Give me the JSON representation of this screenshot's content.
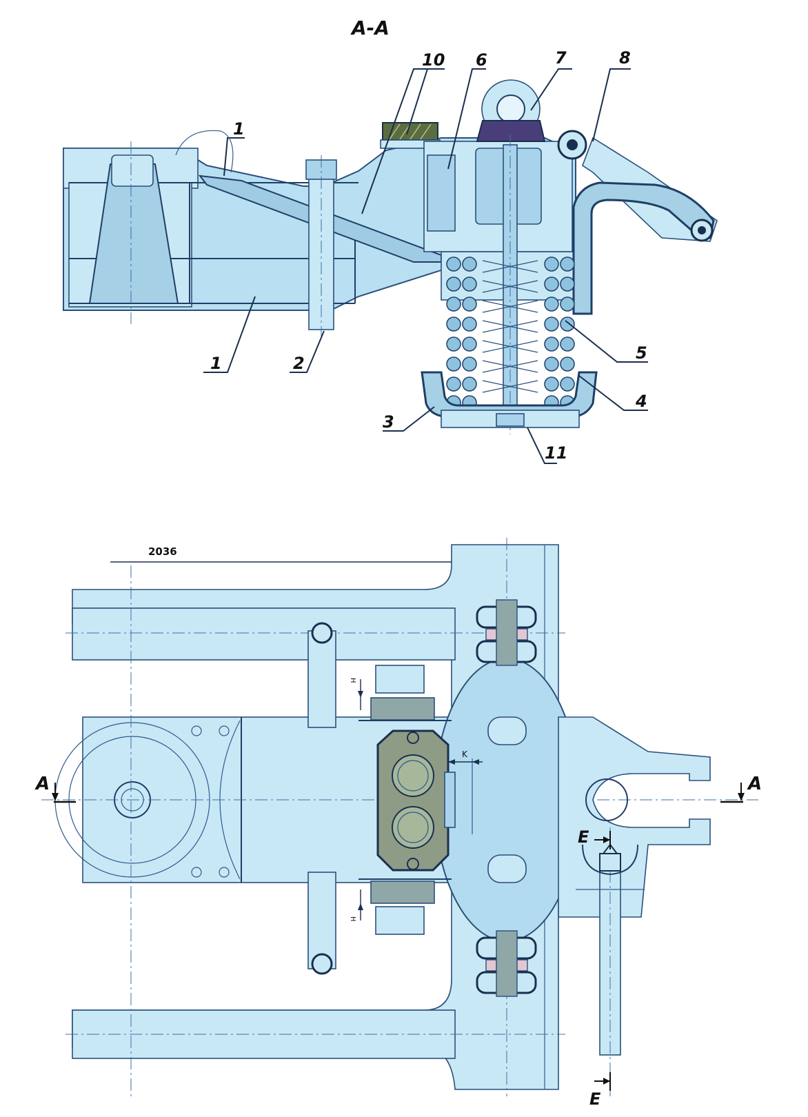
{
  "section_title": "A-A",
  "callouts": {
    "c1_top": "1",
    "c1_bottom": "1",
    "c2": "2",
    "c3": "3",
    "c4": "4",
    "c5": "5",
    "c6": "6",
    "c7": "7",
    "c8": "8",
    "c10": "10",
    "c11": "11"
  },
  "plan_view": {
    "dimension": "2036",
    "section_mark_left": "A",
    "section_mark_right": "A",
    "section_e_top": "E",
    "section_e_bottom": "E",
    "gap_label_k": "K",
    "gap_label_h_top": "H",
    "gap_label_h_bottom": "H"
  },
  "colors": {
    "fill_light": "#c8e8f6",
    "fill_mid": "#b9dff2",
    "outline": "#1f3e66",
    "pad_gray": "#8fa7a6",
    "coil_blue": "#8ec3e0",
    "bracket_purple": "#4a3e7a"
  }
}
